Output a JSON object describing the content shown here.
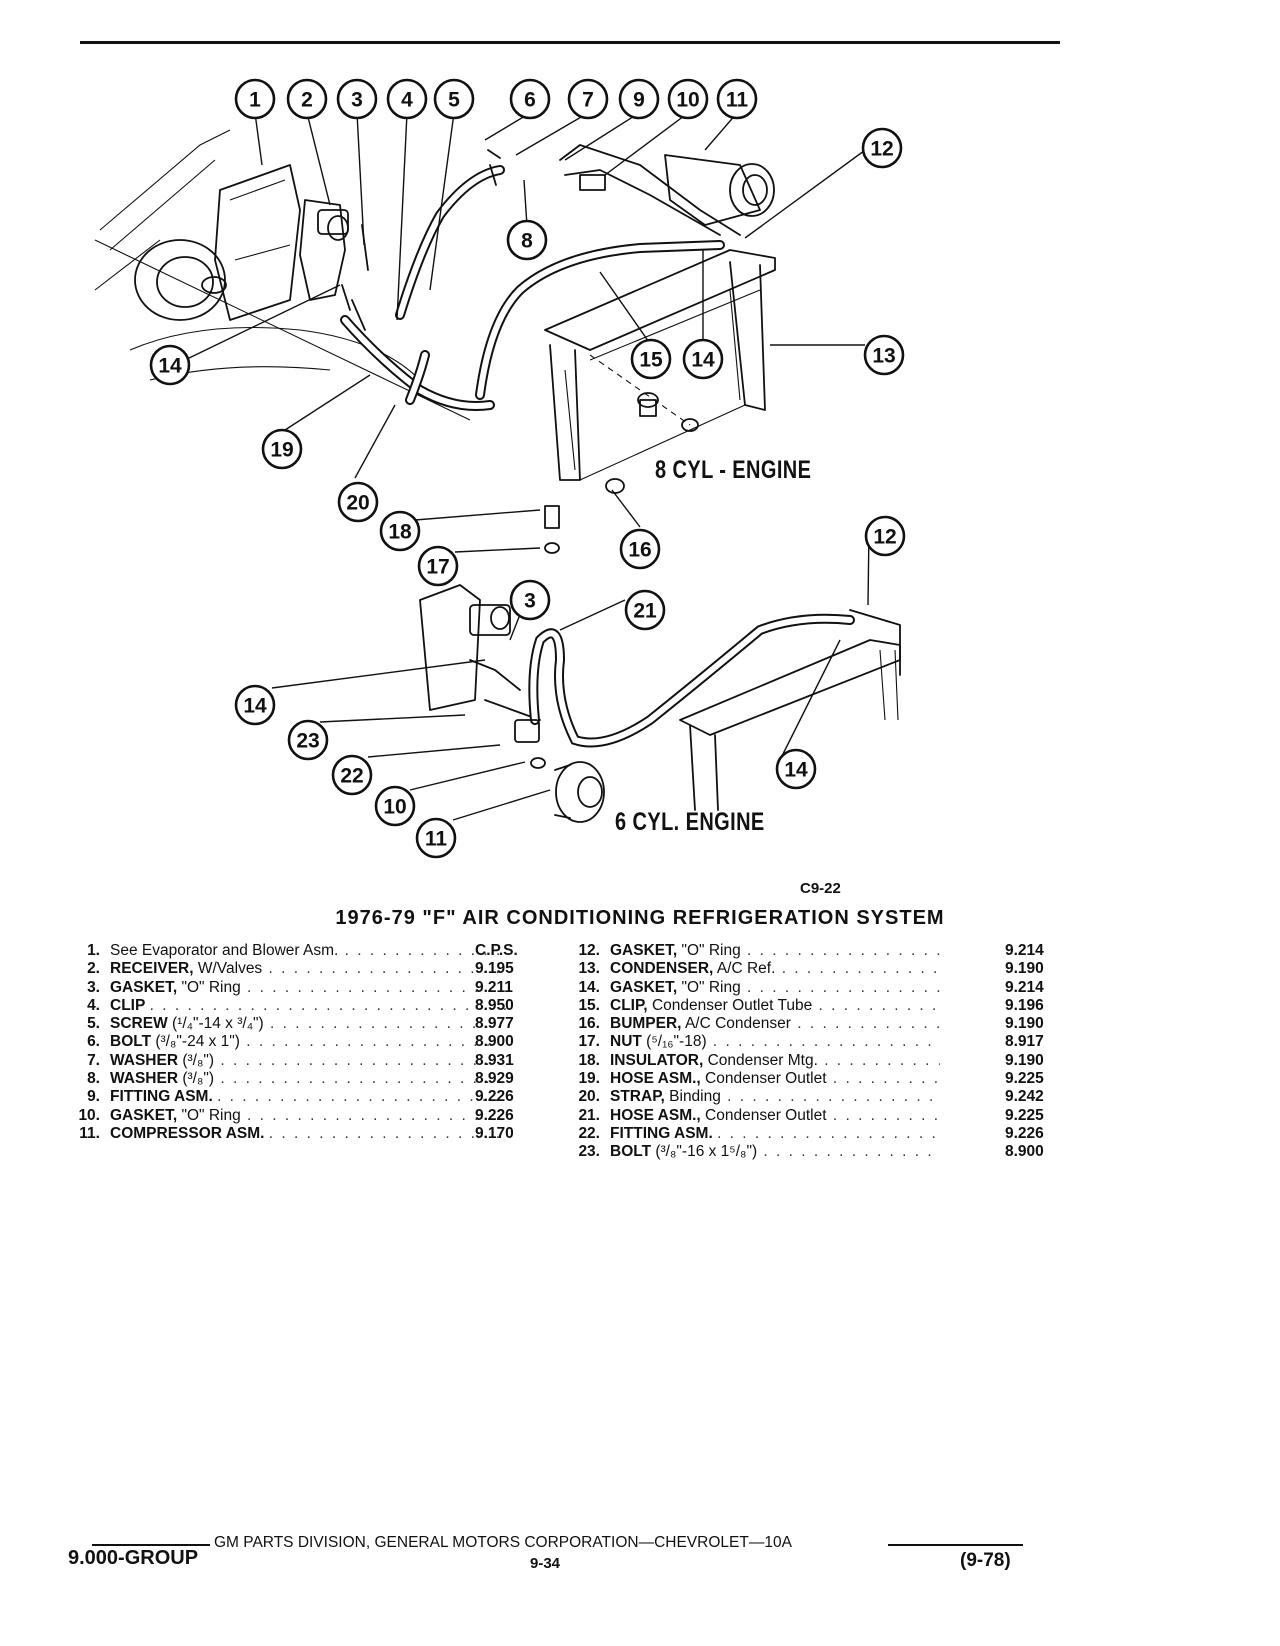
{
  "figure": {
    "engine_8cyl_label": "8 CYL - ENGINE",
    "engine_6cyl_label": "6 CYL. ENGINE",
    "figure_code": "C9-22",
    "callouts": [
      "1",
      "2",
      "3",
      "4",
      "5",
      "6",
      "7",
      "9",
      "10",
      "11",
      "12",
      "8",
      "14",
      "15",
      "14",
      "13",
      "19",
      "20",
      "18",
      "17",
      "16",
      "12",
      "3",
      "21",
      "14",
      "23",
      "22",
      "10",
      "11",
      "14"
    ]
  },
  "title": "1976-79 \"F\" AIR CONDITIONING REFRIGERATION SYSTEM",
  "parts_left": [
    {
      "num": "1.",
      "name": "",
      "desc": "See Evaporator and Blower Asm.",
      "ref": "C.P.S."
    },
    {
      "num": "2.",
      "name": "RECEIVER,",
      "desc": "W/Valves",
      "ref": "9.195"
    },
    {
      "num": "3.",
      "name": "GASKET,",
      "desc": "\"O\" Ring",
      "ref": "9.211"
    },
    {
      "num": "4.",
      "name": "CLIP",
      "desc": "",
      "ref": "8.950"
    },
    {
      "num": "5.",
      "name": "SCREW",
      "desc": "(¹/₄\"-14 x ³/₄\")",
      "ref": "8.977"
    },
    {
      "num": "6.",
      "name": "BOLT",
      "desc": "(³/₈\"-24 x 1\")",
      "ref": "8.900"
    },
    {
      "num": "7.",
      "name": "WASHER",
      "desc": "(³/₈\")",
      "ref": "8.931"
    },
    {
      "num": "8.",
      "name": "WASHER",
      "desc": "(³/₈\")",
      "ref": "8.929"
    },
    {
      "num": "9.",
      "name": "FITTING ASM.",
      "desc": "",
      "ref": "9.226"
    },
    {
      "num": "10.",
      "name": "GASKET,",
      "desc": "\"O\" Ring",
      "ref": "9.226"
    },
    {
      "num": "11.",
      "name": "COMPRESSOR ASM.",
      "desc": "",
      "ref": "9.170"
    }
  ],
  "parts_right": [
    {
      "num": "12.",
      "name": "GASKET,",
      "desc": "\"O\" Ring",
      "ref": "9.214"
    },
    {
      "num": "13.",
      "name": "CONDENSER,",
      "desc": "A/C Ref.",
      "ref": "9.190"
    },
    {
      "num": "14.",
      "name": "GASKET,",
      "desc": "\"O\" Ring",
      "ref": "9.214"
    },
    {
      "num": "15.",
      "name": "CLIP,",
      "desc": "Condenser Outlet Tube",
      "ref": "9.196"
    },
    {
      "num": "16.",
      "name": "BUMPER,",
      "desc": "A/C Condenser",
      "ref": "9.190"
    },
    {
      "num": "17.",
      "name": "NUT",
      "desc": "(⁵/₁₆\"-18)",
      "ref": "8.917"
    },
    {
      "num": "18.",
      "name": "INSULATOR,",
      "desc": "Condenser Mtg.",
      "ref": "9.190"
    },
    {
      "num": "19.",
      "name": "HOSE ASM.,",
      "desc": "Condenser Outlet",
      "ref": "9.225"
    },
    {
      "num": "20.",
      "name": "STRAP,",
      "desc": "Binding",
      "ref": "9.242"
    },
    {
      "num": "21.",
      "name": "HOSE ASM.,",
      "desc": "Condenser Outlet",
      "ref": "9.225"
    },
    {
      "num": "22.",
      "name": "FITTING ASM.",
      "desc": "",
      "ref": "9.226"
    },
    {
      "num": "23.",
      "name": "BOLT",
      "desc": "(³/₈\"-16 x 1⁵/₈\")",
      "ref": "8.900"
    }
  ],
  "footer": {
    "division": "GM PARTS DIVISION, GENERAL MOTORS CORPORATION—CHEVROLET—10A",
    "group": "9.000-GROUP",
    "page": "9-34",
    "date": "(9-78)"
  }
}
